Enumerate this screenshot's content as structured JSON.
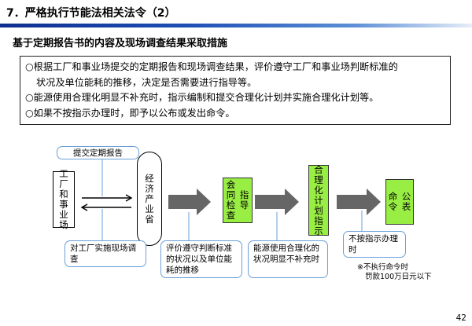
{
  "header": {
    "title": "7．严格执行节能法相关法令（2）",
    "subtitle": "基于定期报告书的内容及现场调查结果采取措施"
  },
  "info_box": {
    "lines": [
      "○根据工厂和事业场提交的定期报告和现场调查结果，评价遵守工厂和事业场判断标准的",
      "状况及单位能耗的推移，决定是否需要进行指导等。",
      "○能源使用合理化明显不补充时，指示编制和提交合理化计划并实施合理化计划等。",
      "○如果不按指示办理时，即予以公布或发出命令。"
    ]
  },
  "flow": {
    "factory": "工厂和事业场",
    "ministry": "经济产业省",
    "guidance": {
      "col1": "指导",
      "col2": "会同检查"
    },
    "plan_instruction": "合理化计划指示",
    "announce": {
      "col1": "公表",
      "col2": "命令"
    },
    "callout_report": "提交定期报告",
    "callout_survey": "对工厂实施现场调查",
    "callout_evaluate": "评价遵守判断标准的状况以及单位能耗的推移",
    "callout_energy": "能源使用合理化的状况明显不补充时",
    "callout_noncompliance": "不按指示办理时",
    "note_line1": "※不执行命令时",
    "note_line2": "罚款100万日元以下"
  },
  "colors": {
    "accent_blue": "#1d4fb5",
    "box_green": "#99ee44",
    "callout_border": "#6aa0d8",
    "arrow_gray": "#666666"
  },
  "page_number": "42"
}
